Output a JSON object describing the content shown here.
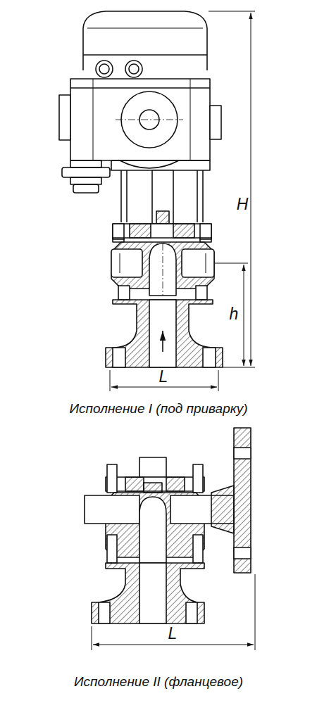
{
  "diagram": {
    "labels": [
      "H",
      "h",
      "L",
      "Исполнение I (под приварку)",
      "L",
      "Исполнение II (фланцевое)"
    ]
  }
}
